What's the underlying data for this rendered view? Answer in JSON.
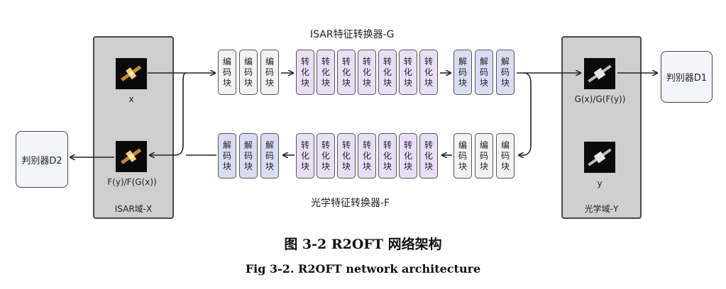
{
  "generator_g": {
    "label": "ISAR特征转换器-G"
  },
  "generator_f": {
    "label": "光学特征转换器-F"
  },
  "isar_domain": {
    "label": "ISAR域-X",
    "x_label": "x",
    "fx_label": "F(y)/F(G(x))"
  },
  "optical_domain": {
    "label": "光学域-Y",
    "gx_label": "G(x)/G(F(y))",
    "y_label": "y"
  },
  "discriminator_d1": {
    "label": "判别器D1"
  },
  "discriminator_d2": {
    "label": "判别器D2"
  },
  "blocks": {
    "encoder": [
      "编",
      "码",
      "块"
    ],
    "transformer": [
      "转",
      "化",
      "块"
    ],
    "decoder": [
      "解",
      "码",
      "块"
    ]
  },
  "caption": {
    "zh": "图 3-2 R2OFT 网络架构",
    "en": "Fig 3-2.  R2OFT network architecture"
  }
}
